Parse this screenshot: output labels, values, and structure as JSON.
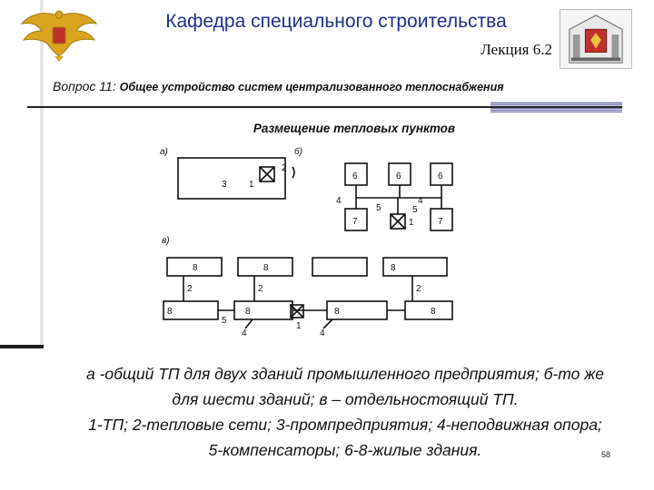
{
  "header": {
    "title": "Кафедра специального строительства",
    "lecture": "Лекция 6.2"
  },
  "question": {
    "prefix": "Вопрос 11: ",
    "text": "Общее устройство систем централизованного теплоснабжения"
  },
  "subtitle": "Размещение тепловых пунктов",
  "diagram": {
    "label_a": "а)",
    "label_b": "б)",
    "label_v": "в)",
    "num_1": "1",
    "num_2": "2",
    "num_3": "3",
    "num_4": "4",
    "num_5": "5",
    "num_6": "6",
    "num_7": "7",
    "num_8": "8"
  },
  "caption": {
    "line1": "а -общий ТП для двух зданий промышленного предприятия; б-то же",
    "line2": "для шести зданий; в – отдельностоящий ТП.",
    "line3": "1-ТП; 2-тепловые сети; 3-промпредприятия; 4-неподвижная опора;",
    "line4": "5-компенсаторы; 6-8-жилые здания."
  },
  "page_number": "58",
  "colors": {
    "title": "#1f2f8f",
    "accent_bar": "#8080b0"
  }
}
